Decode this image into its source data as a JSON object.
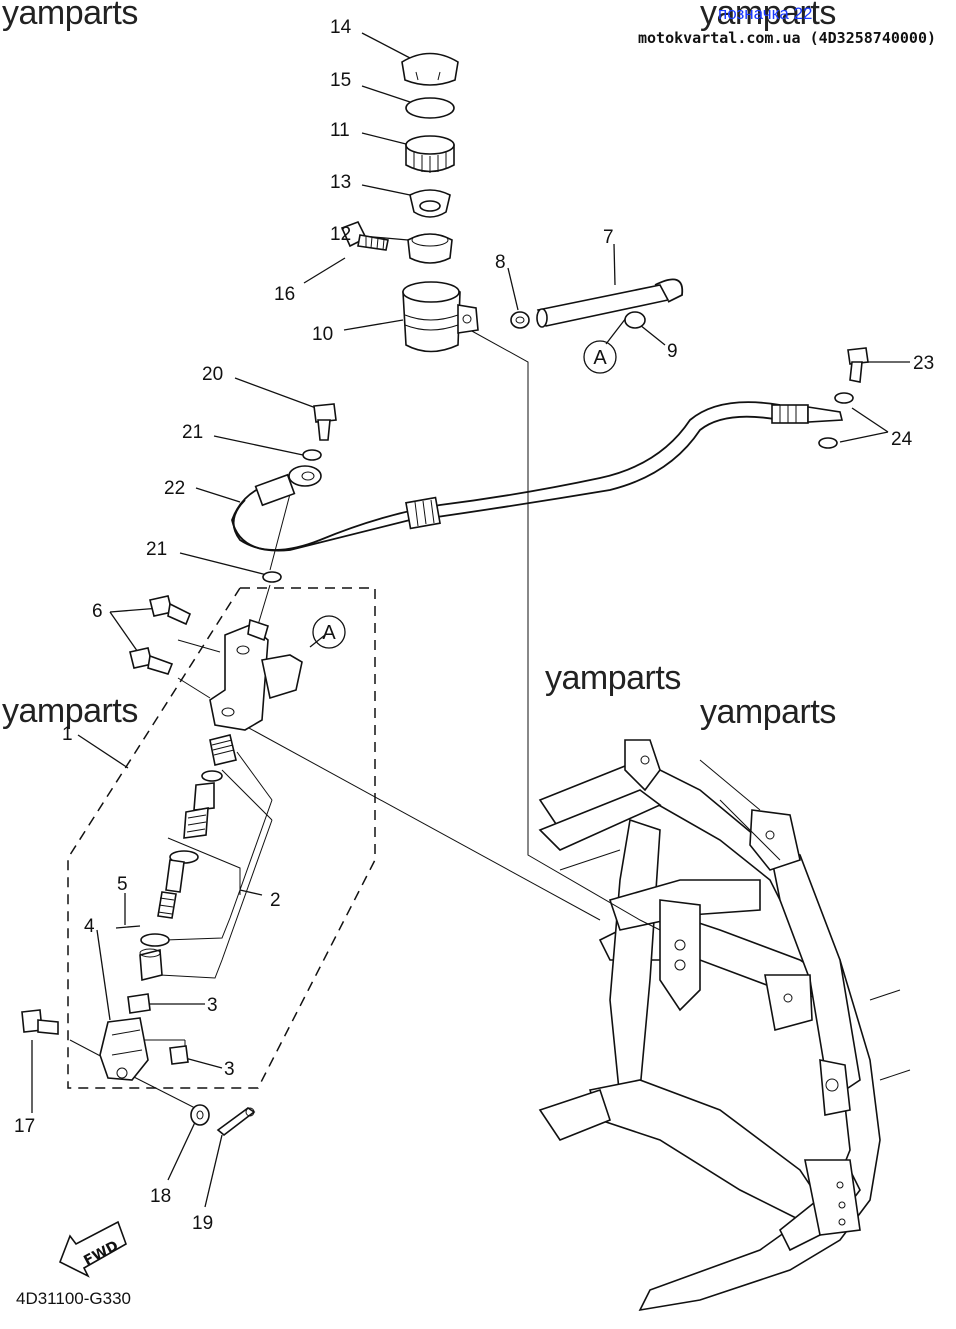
{
  "watermarks": [
    "yamparts",
    "yamparts",
    "yamparts",
    "yamparts",
    "yamparts"
  ],
  "header": {
    "tag_text": "позначка 22",
    "site_text": "motokvartal.com.ua (4D3258740000)"
  },
  "diagram_code": "4D31100-G330",
  "fwd_label": "FWD",
  "callout_letter": "A",
  "part_numbers": [
    "14",
    "15",
    "11",
    "13",
    "12",
    "16",
    "10",
    "8",
    "7",
    "9",
    "23",
    "20",
    "21",
    "24",
    "22",
    "21",
    "6",
    "1",
    "5",
    "2",
    "4",
    "3",
    "3",
    "17",
    "18",
    "19"
  ]
}
